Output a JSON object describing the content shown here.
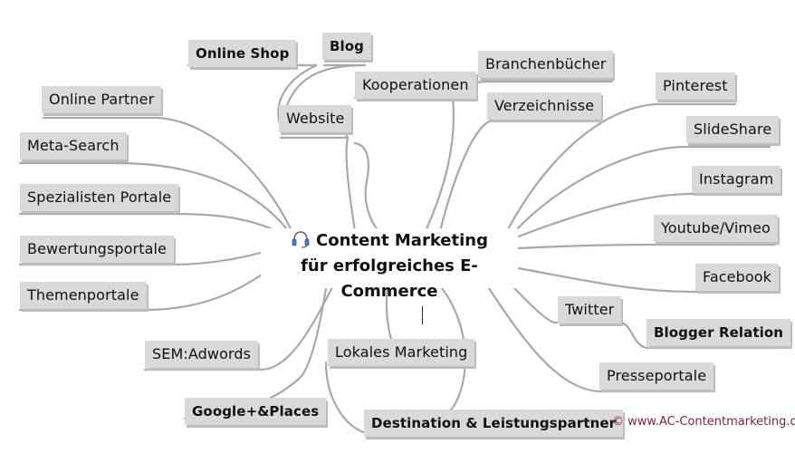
{
  "center": {
    "line1": "Content Marketing",
    "line2": "für erfolgreiches E-Commerce",
    "icon": "headset-icon"
  },
  "nodes": {
    "online_shop": "Online Shop",
    "blog": "Blog",
    "website": "Website",
    "kooperationen": "Kooperationen",
    "branchenbuecher": "Branchenbücher",
    "verzeichnisse": "Verzeichnisse",
    "online_partner": "Online Partner",
    "meta_search": "Meta-Search",
    "spezialisten_portale": "Spezialisten Portale",
    "bewertungsportale": "Bewertungsportale",
    "themenportale": "Themenportale",
    "sem_adwords": "SEM:Adwords",
    "google_places": "Google+&Places",
    "lokales_marketing": "Lokales Marketing",
    "destination": "Destination & Leistungspartner",
    "pinterest": "Pinterest",
    "slideshare": "SlideShare",
    "instagram": "Instagram",
    "youtube": "Youtube/Vimeo",
    "facebook": "Facebook",
    "twitter": "Twitter",
    "blogger_relation": "Blogger Relation",
    "presseportale": "Presseportale"
  },
  "copyright": "© www.AC-Contentmarketing.de",
  "colors": {
    "node_fill": "#d9d9d9",
    "branch": "#a8a8a8",
    "copyright": "#7a1f4a"
  }
}
